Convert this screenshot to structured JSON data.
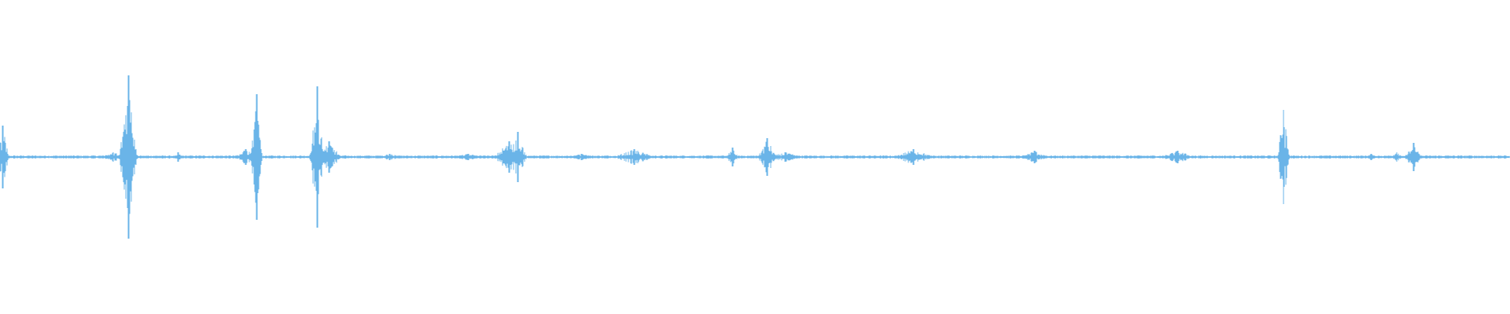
{
  "waveform": {
    "color": "#6ab4e8",
    "duration_normalized": 1.0,
    "baseline_amplitude": 0.0,
    "events": [
      {
        "t": 0.002,
        "amp": 0.2,
        "width": 0.004
      },
      {
        "t": 0.075,
        "amp": 0.03,
        "width": 0.01
      },
      {
        "t": 0.085,
        "amp": 0.52,
        "width": 0.006
      },
      {
        "t": 0.118,
        "amp": 0.03,
        "width": 0.003
      },
      {
        "t": 0.163,
        "amp": 0.05,
        "width": 0.008
      },
      {
        "t": 0.17,
        "amp": 0.4,
        "width": 0.004
      },
      {
        "t": 0.21,
        "amp": 0.45,
        "width": 0.005
      },
      {
        "t": 0.218,
        "amp": 0.1,
        "width": 0.008
      },
      {
        "t": 0.258,
        "amp": 0.02,
        "width": 0.01
      },
      {
        "t": 0.31,
        "amp": 0.02,
        "width": 0.012
      },
      {
        "t": 0.337,
        "amp": 0.1,
        "width": 0.01
      },
      {
        "t": 0.343,
        "amp": 0.16,
        "width": 0.006
      },
      {
        "t": 0.385,
        "amp": 0.02,
        "width": 0.01
      },
      {
        "t": 0.42,
        "amp": 0.05,
        "width": 0.014
      },
      {
        "t": 0.485,
        "amp": 0.06,
        "width": 0.004
      },
      {
        "t": 0.508,
        "amp": 0.12,
        "width": 0.006
      },
      {
        "t": 0.52,
        "amp": 0.03,
        "width": 0.012
      },
      {
        "t": 0.605,
        "amp": 0.05,
        "width": 0.014
      },
      {
        "t": 0.685,
        "amp": 0.04,
        "width": 0.01
      },
      {
        "t": 0.78,
        "amp": 0.04,
        "width": 0.012
      },
      {
        "t": 0.85,
        "amp": 0.3,
        "width": 0.004
      },
      {
        "t": 0.908,
        "amp": 0.02,
        "width": 0.004
      },
      {
        "t": 0.925,
        "amp": 0.03,
        "width": 0.004
      },
      {
        "t": 0.936,
        "amp": 0.09,
        "width": 0.006
      }
    ]
  }
}
